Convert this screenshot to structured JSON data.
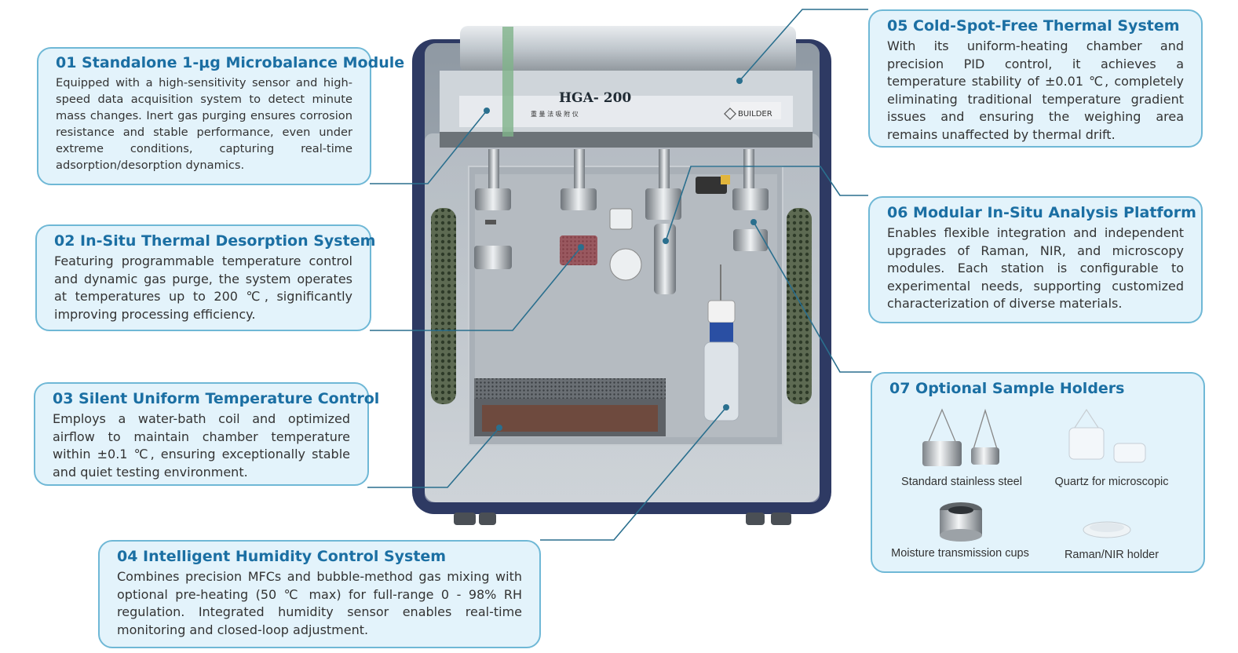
{
  "machine": {
    "model": "HGA- 200",
    "model_sub": "重 量 法 吸 附 仪",
    "brand": "BUILDER"
  },
  "callouts": [
    {
      "number": "01",
      "title": "01 Standalone 1-μg Microbalance Module",
      "text": "Equipped with a high-sensitivity sensor and high-speed data acquisition system to detect minute mass changes. Inert gas purging ensures corrosion resistance and stable performance, even under extreme conditions, capturing real-time adsorption/desorption dynamics."
    },
    {
      "number": "02",
      "title": "02 In-Situ Thermal Desorption System",
      "text": "Featuring programmable temperature control and dynamic gas purge, the system operates at temperatures up to 200 ℃, significantly improving processing efficiency."
    },
    {
      "number": "03",
      "title": "03 Silent Uniform Temperature Control",
      "text": "Employs a water-bath coil and optimized airflow to maintain chamber temperature within ±0.1 ℃, ensuring exceptionally stable and quiet testing environment."
    },
    {
      "number": "04",
      "title": "04 Intelligent Humidity Control System",
      "text": "Combines precision MFCs and bubble-method gas mixing with optional pre-heating (50 ℃ max) for full-range 0 - 98% RH regulation. Integrated humidity sensor enables real-time monitoring and closed-loop adjustment."
    },
    {
      "number": "05",
      "title": "05 Cold-Spot-Free Thermal System",
      "text": "With its uniform-heating chamber and precision PID control, it achieves a temperature stability of ±0.01 ℃, completely eliminating traditional temperature gradient issues and ensuring the weighing area remains unaffected by thermal drift."
    },
    {
      "number": "06",
      "title": "06 Modular In-Situ Analysis Platform",
      "text": "Enables flexible integration and independent upgrades of Raman, NIR, and microscopy modules. Each station is configurable to experimental needs, supporting customized characterization of diverse materials."
    },
    {
      "number": "07",
      "title": "07 Optional Sample Holders",
      "text": ""
    }
  ],
  "holders": [
    {
      "label": "Standard stainless steel",
      "icon": "stainless-steel-baskets"
    },
    {
      "label": "Quartz for microscopic",
      "icon": "quartz-baskets"
    },
    {
      "label": "Moisture transmission cups",
      "icon": "moisture-cup"
    },
    {
      "label": "Raman/NIR holder",
      "icon": "raman-dish"
    }
  ],
  "colors": {
    "callout_fill": "#e3f3fb",
    "callout_border": "#6fb8d6",
    "title": "#1b6fa3",
    "leader": "#2a6f8e",
    "cabinet_frame": "#2e3a63",
    "chamber": "#9aa4ad"
  }
}
